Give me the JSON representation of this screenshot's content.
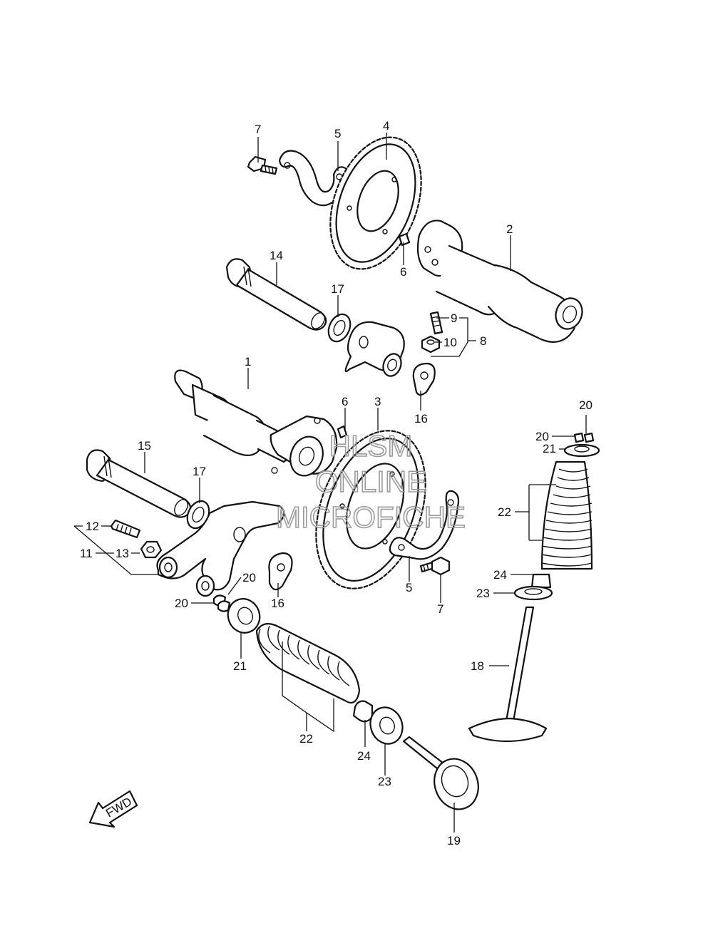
{
  "colors": {
    "line": "#111111",
    "watermark": "#9a9a9a"
  },
  "watermark": {
    "line1": "HLSM",
    "line2": "ONLINE",
    "line3": "MICROFICHE"
  },
  "fwd_badge": "FWD",
  "callouts": [
    {
      "id": "c7a",
      "text": "7"
    },
    {
      "id": "c5a",
      "text": "5"
    },
    {
      "id": "c4",
      "text": "4"
    },
    {
      "id": "c2",
      "text": "2"
    },
    {
      "id": "c6a",
      "text": "6"
    },
    {
      "id": "c14",
      "text": "14"
    },
    {
      "id": "c17a",
      "text": "17"
    },
    {
      "id": "c9",
      "text": "9"
    },
    {
      "id": "c10",
      "text": "10"
    },
    {
      "id": "c8",
      "text": "8"
    },
    {
      "id": "c16a",
      "text": "16"
    },
    {
      "id": "c1",
      "text": "1"
    },
    {
      "id": "c6b",
      "text": "6"
    },
    {
      "id": "c3",
      "text": "3"
    },
    {
      "id": "c15",
      "text": "15"
    },
    {
      "id": "c17b",
      "text": "17"
    },
    {
      "id": "c12",
      "text": "12"
    },
    {
      "id": "c11",
      "text": "11"
    },
    {
      "id": "c13",
      "text": "13"
    },
    {
      "id": "c20a",
      "text": "20"
    },
    {
      "id": "c20b",
      "text": "20"
    },
    {
      "id": "c16b",
      "text": "16"
    },
    {
      "id": "c5b",
      "text": "5"
    },
    {
      "id": "c7b",
      "text": "7"
    },
    {
      "id": "c20c",
      "text": "20"
    },
    {
      "id": "c20d",
      "text": "20"
    },
    {
      "id": "c21a",
      "text": "21"
    },
    {
      "id": "c22a",
      "text": "22"
    },
    {
      "id": "c24a",
      "text": "24"
    },
    {
      "id": "c23a",
      "text": "23"
    },
    {
      "id": "c18",
      "text": "18"
    },
    {
      "id": "c21b",
      "text": "21"
    },
    {
      "id": "c22b",
      "text": "22"
    },
    {
      "id": "c24b",
      "text": "24"
    },
    {
      "id": "c23b",
      "text": "23"
    },
    {
      "id": "c19",
      "text": "19"
    }
  ]
}
